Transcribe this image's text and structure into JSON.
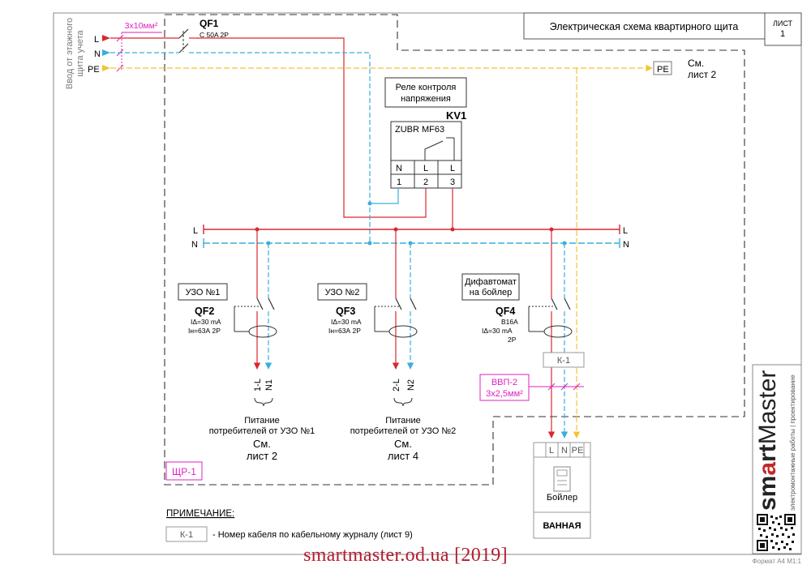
{
  "title_block": {
    "title": "Электрическая схема квартирного щита",
    "sheet_label": "ЛИСТ",
    "sheet_number": "1"
  },
  "input": {
    "label_line1": "Ввод от этажного",
    "label_line2": "щита учета",
    "cable": "3х10мм²",
    "phases": [
      "L",
      "N",
      "PE"
    ]
  },
  "qf1": {
    "name": "QF1",
    "spec": "C 50A 2P"
  },
  "pe_output": {
    "label": "PE",
    "ref_line1": "См.",
    "ref_line2": "лист 2"
  },
  "relay": {
    "caption_line1": "Реле контроля",
    "caption_line2": "напряжения",
    "name": "KV1",
    "model": "ZUBR MF63",
    "terminals": [
      {
        "label": "N",
        "number": "1"
      },
      {
        "label": "L",
        "number": "2"
      },
      {
        "label": "L",
        "number": "3"
      }
    ]
  },
  "bus": {
    "l": "L",
    "n": "N"
  },
  "rcds": [
    {
      "title": "УЗО №1",
      "name": "QF2",
      "spec_line1": "IΔ=30 mA",
      "spec_line2": "Iн=63А 2P",
      "out_l": "1-L",
      "out_n": "N1",
      "consumer_line1": "Питание",
      "consumer_line2": "потребителей от УЗО №1",
      "ref_line1": "См.",
      "ref_line2": "лист 2"
    },
    {
      "title": "УЗО №2",
      "name": "QF3",
      "spec_line1": "IΔ=30 mA",
      "spec_line2": "Iн=63А 2P",
      "out_l": "2-L",
      "out_n": "N2",
      "consumer_line1": "Питание",
      "consumer_line2": "потребителей от УЗО №2",
      "ref_line1": "См.",
      "ref_line2": "лист 4"
    }
  ],
  "rcbo": {
    "title_line1": "Дифавтомат",
    "title_line2": "на бойлер",
    "name": "QF4",
    "spec_line1": "B16A",
    "spec_line2": "IΔ=30 mA",
    "spec_line3": "2P",
    "cable_tag": "К-1",
    "cable_type": "ВВП-2",
    "cable_size": "3х2,5мм²"
  },
  "boiler": {
    "terminals": [
      "L",
      "N",
      "PE"
    ],
    "name": "Бойлер",
    "room": "ВАННАЯ"
  },
  "panel": {
    "tag": "ЩР-1"
  },
  "note": {
    "heading": "ПРИМЕЧАНИЕ:",
    "tag": "К-1",
    "text": "- Номер кабеля по кабельному журналу (лист 9)"
  },
  "brand": {
    "name_part1": "sm",
    "name_part2": "a",
    "name_part3": "rt",
    "name_part4": "Master",
    "tagline": "электромонтажные работы | проектирование"
  },
  "footer": {
    "url": "smartmaster.od.ua [2019]",
    "format": "Формат А4 М1:1"
  },
  "colors": {
    "phase": "#d9282f",
    "neutral": "#3aaedc",
    "earth": "#f4c430",
    "magenta": "#e020c0",
    "frame": "#888888"
  }
}
